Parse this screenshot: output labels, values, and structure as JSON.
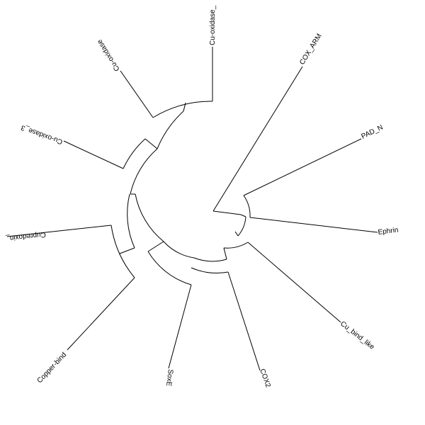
{
  "tree": {
    "type": "circular-phylogram",
    "line_color": "#000000",
    "background": "#ffffff",
    "leaves": [
      {
        "id": "cox_arm",
        "label": "COX_ARM"
      },
      {
        "id": "pad_n",
        "label": "PAD_N"
      },
      {
        "id": "ephrin",
        "label": "Ephrin"
      },
      {
        "id": "cu_bind_like",
        "label": "Cu_bind_like"
      },
      {
        "id": "cox2",
        "label": "COX2"
      },
      {
        "id": "soxe",
        "label": "SoxE"
      },
      {
        "id": "copper_bind",
        "label": "Copper-bind"
      },
      {
        "id": "cupredoxin",
        "label": "Cupredoxin_"
      },
      {
        "id": "cu_oxidase_3",
        "label": "Cu-oxidase_3"
      },
      {
        "id": "cu_oxidase_2",
        "label": "Cu-oxidase"
      },
      {
        "id": "cu_oxidase",
        "label": "Cu-oxidase_"
      }
    ]
  }
}
